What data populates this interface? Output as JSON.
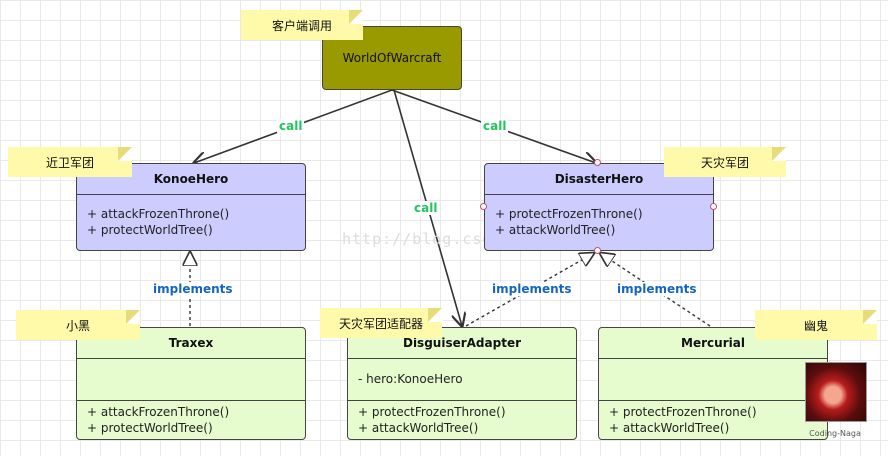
{
  "client": {
    "name": "WorldOfWarcraft",
    "note": "客户端调用"
  },
  "konoe": {
    "note": "近卫军团",
    "name": "KonoeHero",
    "methods": [
      "+ attackFrozenThrone()",
      "+ protectWorldTree()"
    ]
  },
  "disaster": {
    "note": "天灾军团",
    "name": "DisasterHero",
    "methods": [
      "+ protectFrozenThrone()",
      "+ attackWorldTree()"
    ]
  },
  "traxex": {
    "note": "小黑",
    "name": "Traxex",
    "methods": [
      "+ attackFrozenThrone()",
      "+ protectWorldTree()"
    ]
  },
  "adapter": {
    "note": "天灾军团适配器",
    "name": "DisguiserAdapter",
    "attributes": [
      "- hero:KonoeHero"
    ],
    "methods": [
      "+ protectFrozenThrone()",
      "+ attackWorldTree()"
    ]
  },
  "mercurial": {
    "note": "幽鬼",
    "name": "Mercurial",
    "methods": [
      "+ protectFrozenThrone()",
      "+ attackWorldTree()"
    ]
  },
  "edges": {
    "call_left": "call",
    "call_middle": "call",
    "call_right": "call",
    "impl_traxex": "implements",
    "impl_adapter": "implements",
    "impl_mercurial": "implements"
  },
  "watermark": "http://blog.csdn.net/",
  "avatar_caption": "Coding-Naga",
  "colors": {
    "interface_fill": "#ccccff",
    "class_fill": "#e6fccf",
    "client_fill": "#999900",
    "note_fill": "#fffaaa",
    "call_label": "#22c55e",
    "implements_label": "#1565c0"
  }
}
